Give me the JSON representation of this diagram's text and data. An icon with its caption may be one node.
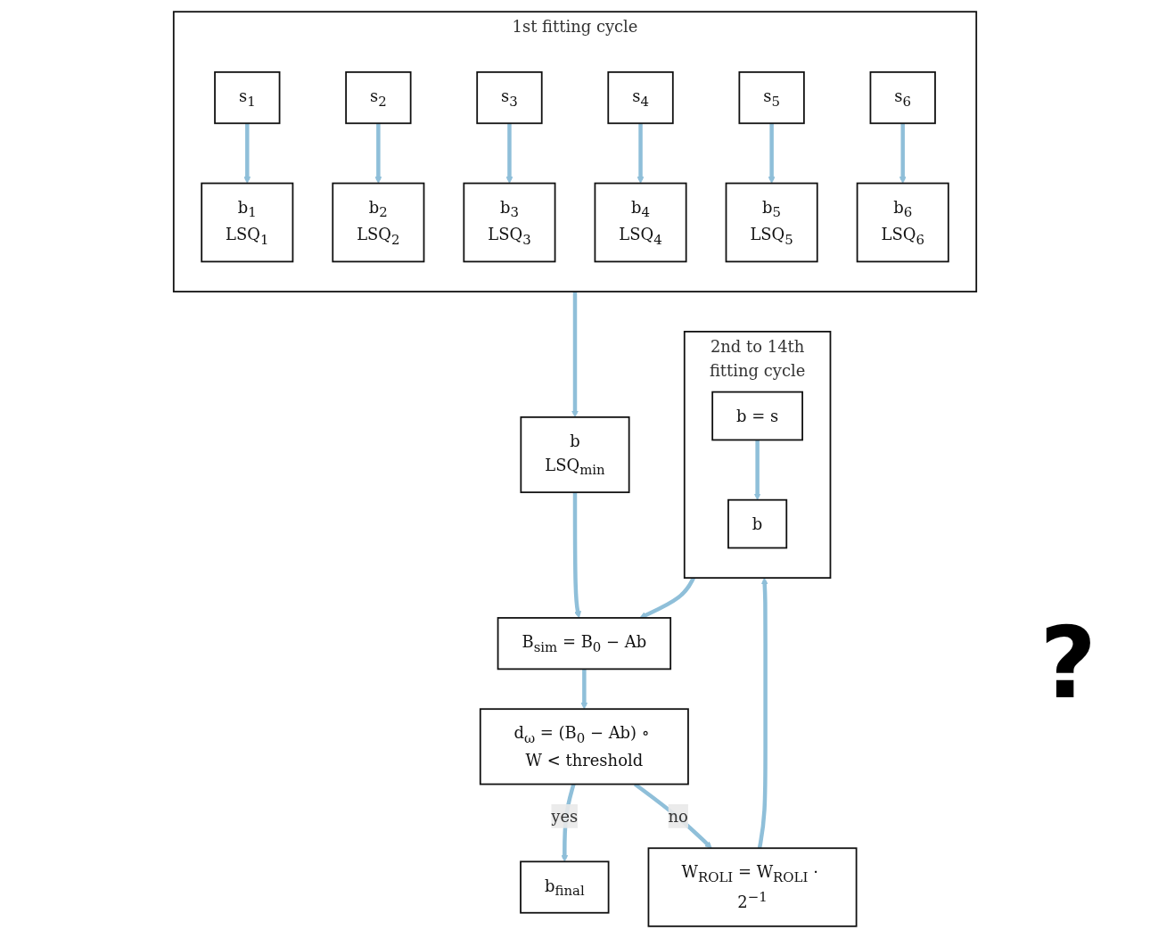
{
  "diagram": {
    "nodes": [
      {
        "text": [
          "1st fitting cycle"
        ]
      },
      {
        "text": [
          "s$_{1}$"
        ],
        "in": 0
      },
      {
        "text": [
          "s$_{2}$"
        ],
        "in": 0
      },
      {
        "text": [
          "s$_{3}$"
        ],
        "in": 0
      },
      {
        "text": [
          "s$_{4}$"
        ],
        "in": 0
      },
      {
        "text": [
          "s$_{5}$"
        ],
        "in": 0
      },
      {
        "text": [
          "s$_{6}$"
        ],
        "in": 0
      },
      {
        "text": [
          "b$_{1}$",
          "LSQ$_{1}$"
        ],
        "in": 0
      },
      {
        "text": [
          "b$_{2}$",
          "LSQ$_{2}$"
        ],
        "in": 0
      },
      {
        "text": [
          "b$_{3}$",
          "LSQ$_{3}$"
        ],
        "in": 0
      },
      {
        "text": [
          "b$_{4}$",
          "LSQ$_{4}$"
        ],
        "in": 0
      },
      {
        "text": [
          "b$_{5}$",
          "LSQ$_{5}$"
        ],
        "in": 0
      },
      {
        "text": [
          "b$_{6}$",
          "LSQ$_{6}$"
        ],
        "in": 0
      },
      {
        "text": [
          "2nd to 14th fitting cycle"
        ]
      },
      {
        "text": [
          "b = s"
        ],
        "in": 13
      },
      {
        "text": [
          "b"
        ],
        "in": 13
      },
      {
        "text": [
          "b",
          "LSQ$_{min}$"
        ]
      },
      {
        "text": [
          "B$_{sim}$ = B$_{0}$ − Ab"
        ]
      },
      {
        "text": [
          "d$_{ω}$ = (B$_{0}$ − Ab) ∘ W < threshold"
        ]
      },
      {
        "text": [
          "W$_{ROLI}$ = W$_{ROLI}$ · 2$^{−1}$"
        ]
      },
      {
        "text": [
          "b$_{final}$"
        ]
      }
    ],
    "edges": [
      {
        "from": 1,
        "to": 7,
        "arrow": "to"
      },
      {
        "from": 2,
        "to": 8,
        "arrow": "to"
      },
      {
        "from": 3,
        "to": 9,
        "arrow": "to"
      },
      {
        "from": 4,
        "to": 10,
        "arrow": "to"
      },
      {
        "from": 5,
        "to": 11,
        "arrow": "to"
      },
      {
        "from": 6,
        "to": 12,
        "arrow": "to"
      },
      {
        "from": 14,
        "to": 15,
        "arrow": "to"
      },
      {
        "from": 0,
        "to": 16,
        "arrow": "to"
      },
      {
        "from": 16,
        "to": 17,
        "arrow": "to"
      },
      {
        "from": 13,
        "to": 17,
        "arrow": "to"
      },
      {
        "from": 17,
        "to": 18,
        "arrow": "to"
      },
      {
        "from": 18,
        "to": 20,
        "label": "yes",
        "arrow": "to"
      },
      {
        "from": 18,
        "to": 19,
        "label": "no",
        "arrow": "to"
      },
      {
        "from": 19,
        "to": 13,
        "arrow": "to"
      }
    ],
    "labels": [
      "?"
    ]
  }
}
